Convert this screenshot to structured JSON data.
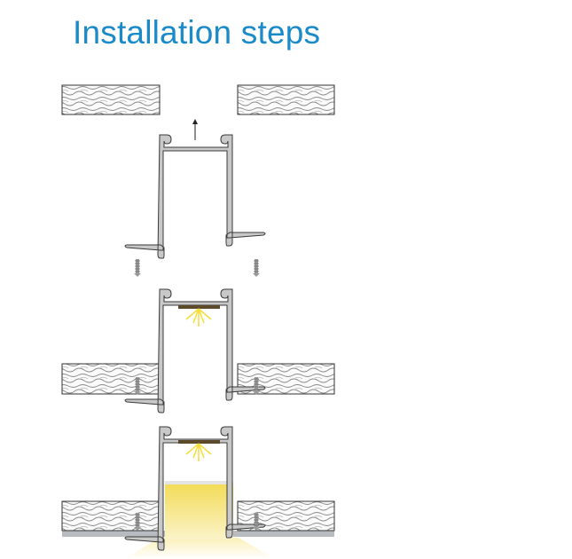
{
  "title": "Installation steps",
  "colors": {
    "title": "#1a8ac8",
    "profile_fill": "#c8c8c8",
    "profile_stroke": "#3a3a3a",
    "light": "#f5e27a",
    "led": "#5a4a2a",
    "ceiling_strip": "#b8bcc0"
  },
  "steps": [
    {
      "name": "step-1-insert-profile"
    },
    {
      "name": "step-2-screw-profile"
    },
    {
      "name": "step-3-finished-installation"
    }
  ]
}
